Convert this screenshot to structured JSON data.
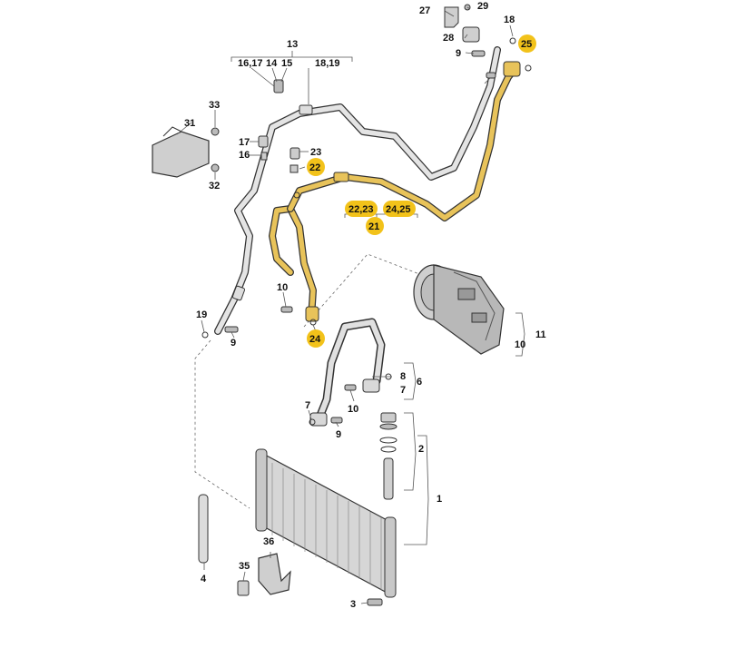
{
  "colors": {
    "highlight_badge": "#f2c21a",
    "hose_highlight": "#e8c35a",
    "hose_standard": "#d9d9d9",
    "outline": "#333333",
    "leader": "#555555"
  },
  "callouts": {
    "c1": "1",
    "c2": "2",
    "c3": "3",
    "c4": "4",
    "c6": "6",
    "c7a": "7",
    "c7b": "7",
    "c8": "8",
    "c9a": "9",
    "c9b": "9",
    "c9c": "9",
    "c10a": "10",
    "c10b": "10",
    "c10c": "10",
    "c11": "11",
    "c13": "13",
    "c14": "14",
    "c15": "15",
    "c16": "16",
    "c17": "17",
    "c16_17": "16,17",
    "c18": "18",
    "c18_19": "18,19",
    "c19": "19",
    "c21": "21",
    "c22a": "22",
    "c22_23": "22,23",
    "c23": "23",
    "c24": "24",
    "c24_25": "24,25",
    "c25": "25",
    "c27": "27",
    "c28": "28",
    "c29": "29",
    "c31": "31",
    "c32": "32",
    "c33": "33",
    "c35": "35",
    "c36": "36"
  },
  "parts": [
    {
      "id": "condenser",
      "icon": "condenser-icon"
    },
    {
      "id": "compressor",
      "icon": "compressor-icon"
    },
    {
      "id": "dryer-cartridge",
      "icon": "dryer-icon"
    },
    {
      "id": "bracket-31",
      "icon": "bracket-icon"
    },
    {
      "id": "pressure-switch",
      "icon": "sensor-icon"
    }
  ]
}
